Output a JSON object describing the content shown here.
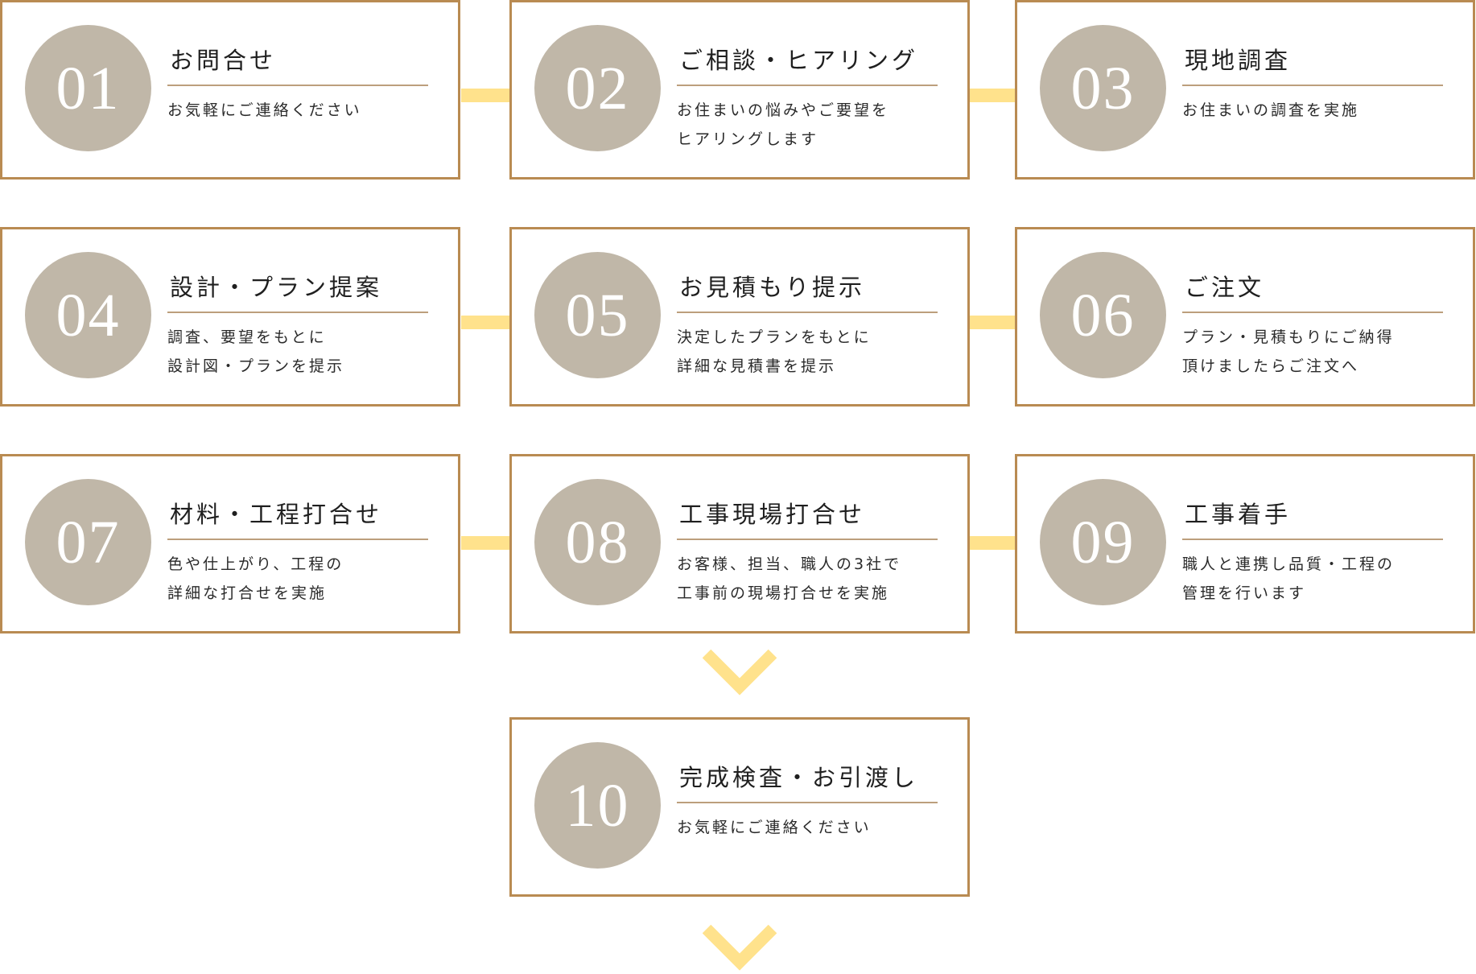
{
  "colors": {
    "border": "#b98b52",
    "circle": "#c0b7a8",
    "numeral": "#ffffff",
    "rule": "#bc9f7c",
    "connector": "#ffe28c",
    "chevron": "#ffe28c"
  },
  "steps": [
    {
      "number": "01",
      "title": "お問合せ",
      "desc": [
        "お気軽にご連絡ください"
      ]
    },
    {
      "number": "02",
      "title": "ご相談・ヒアリング",
      "desc": [
        "お住まいの悩みやご要望を",
        "ヒアリングします"
      ]
    },
    {
      "number": "03",
      "title": "現地調査",
      "desc": [
        "お住まいの調査を実施"
      ]
    },
    {
      "number": "04",
      "title": "設計・プラン提案",
      "desc": [
        "調査、要望をもとに",
        "設計図・プランを提示"
      ]
    },
    {
      "number": "05",
      "title": "お見積もり提示",
      "desc": [
        "決定したプランをもとに",
        "詳細な見積書を提示"
      ]
    },
    {
      "number": "06",
      "title": "ご注文",
      "desc": [
        "プラン・見積もりにご納得",
        "頂けましたらご注文へ"
      ]
    },
    {
      "number": "07",
      "title": "材料・工程打合せ",
      "desc": [
        "色や仕上がり、工程の",
        "詳細な打合せを実施"
      ]
    },
    {
      "number": "08",
      "title": "工事現場打合せ",
      "desc": [
        "お客様、担当、職人の3社で",
        "工事前の現場打合せを実施"
      ]
    },
    {
      "number": "09",
      "title": "工事着手",
      "desc": [
        "職人と連携し品質・工程の",
        "管理を行います"
      ]
    },
    {
      "number": "10",
      "title": "完成検査・お引渡し",
      "desc": [
        "お気軽にご連絡ください"
      ]
    }
  ],
  "icons": {
    "connector": "horizontal-connector-bar",
    "chevron": "chevron-down-icon"
  }
}
